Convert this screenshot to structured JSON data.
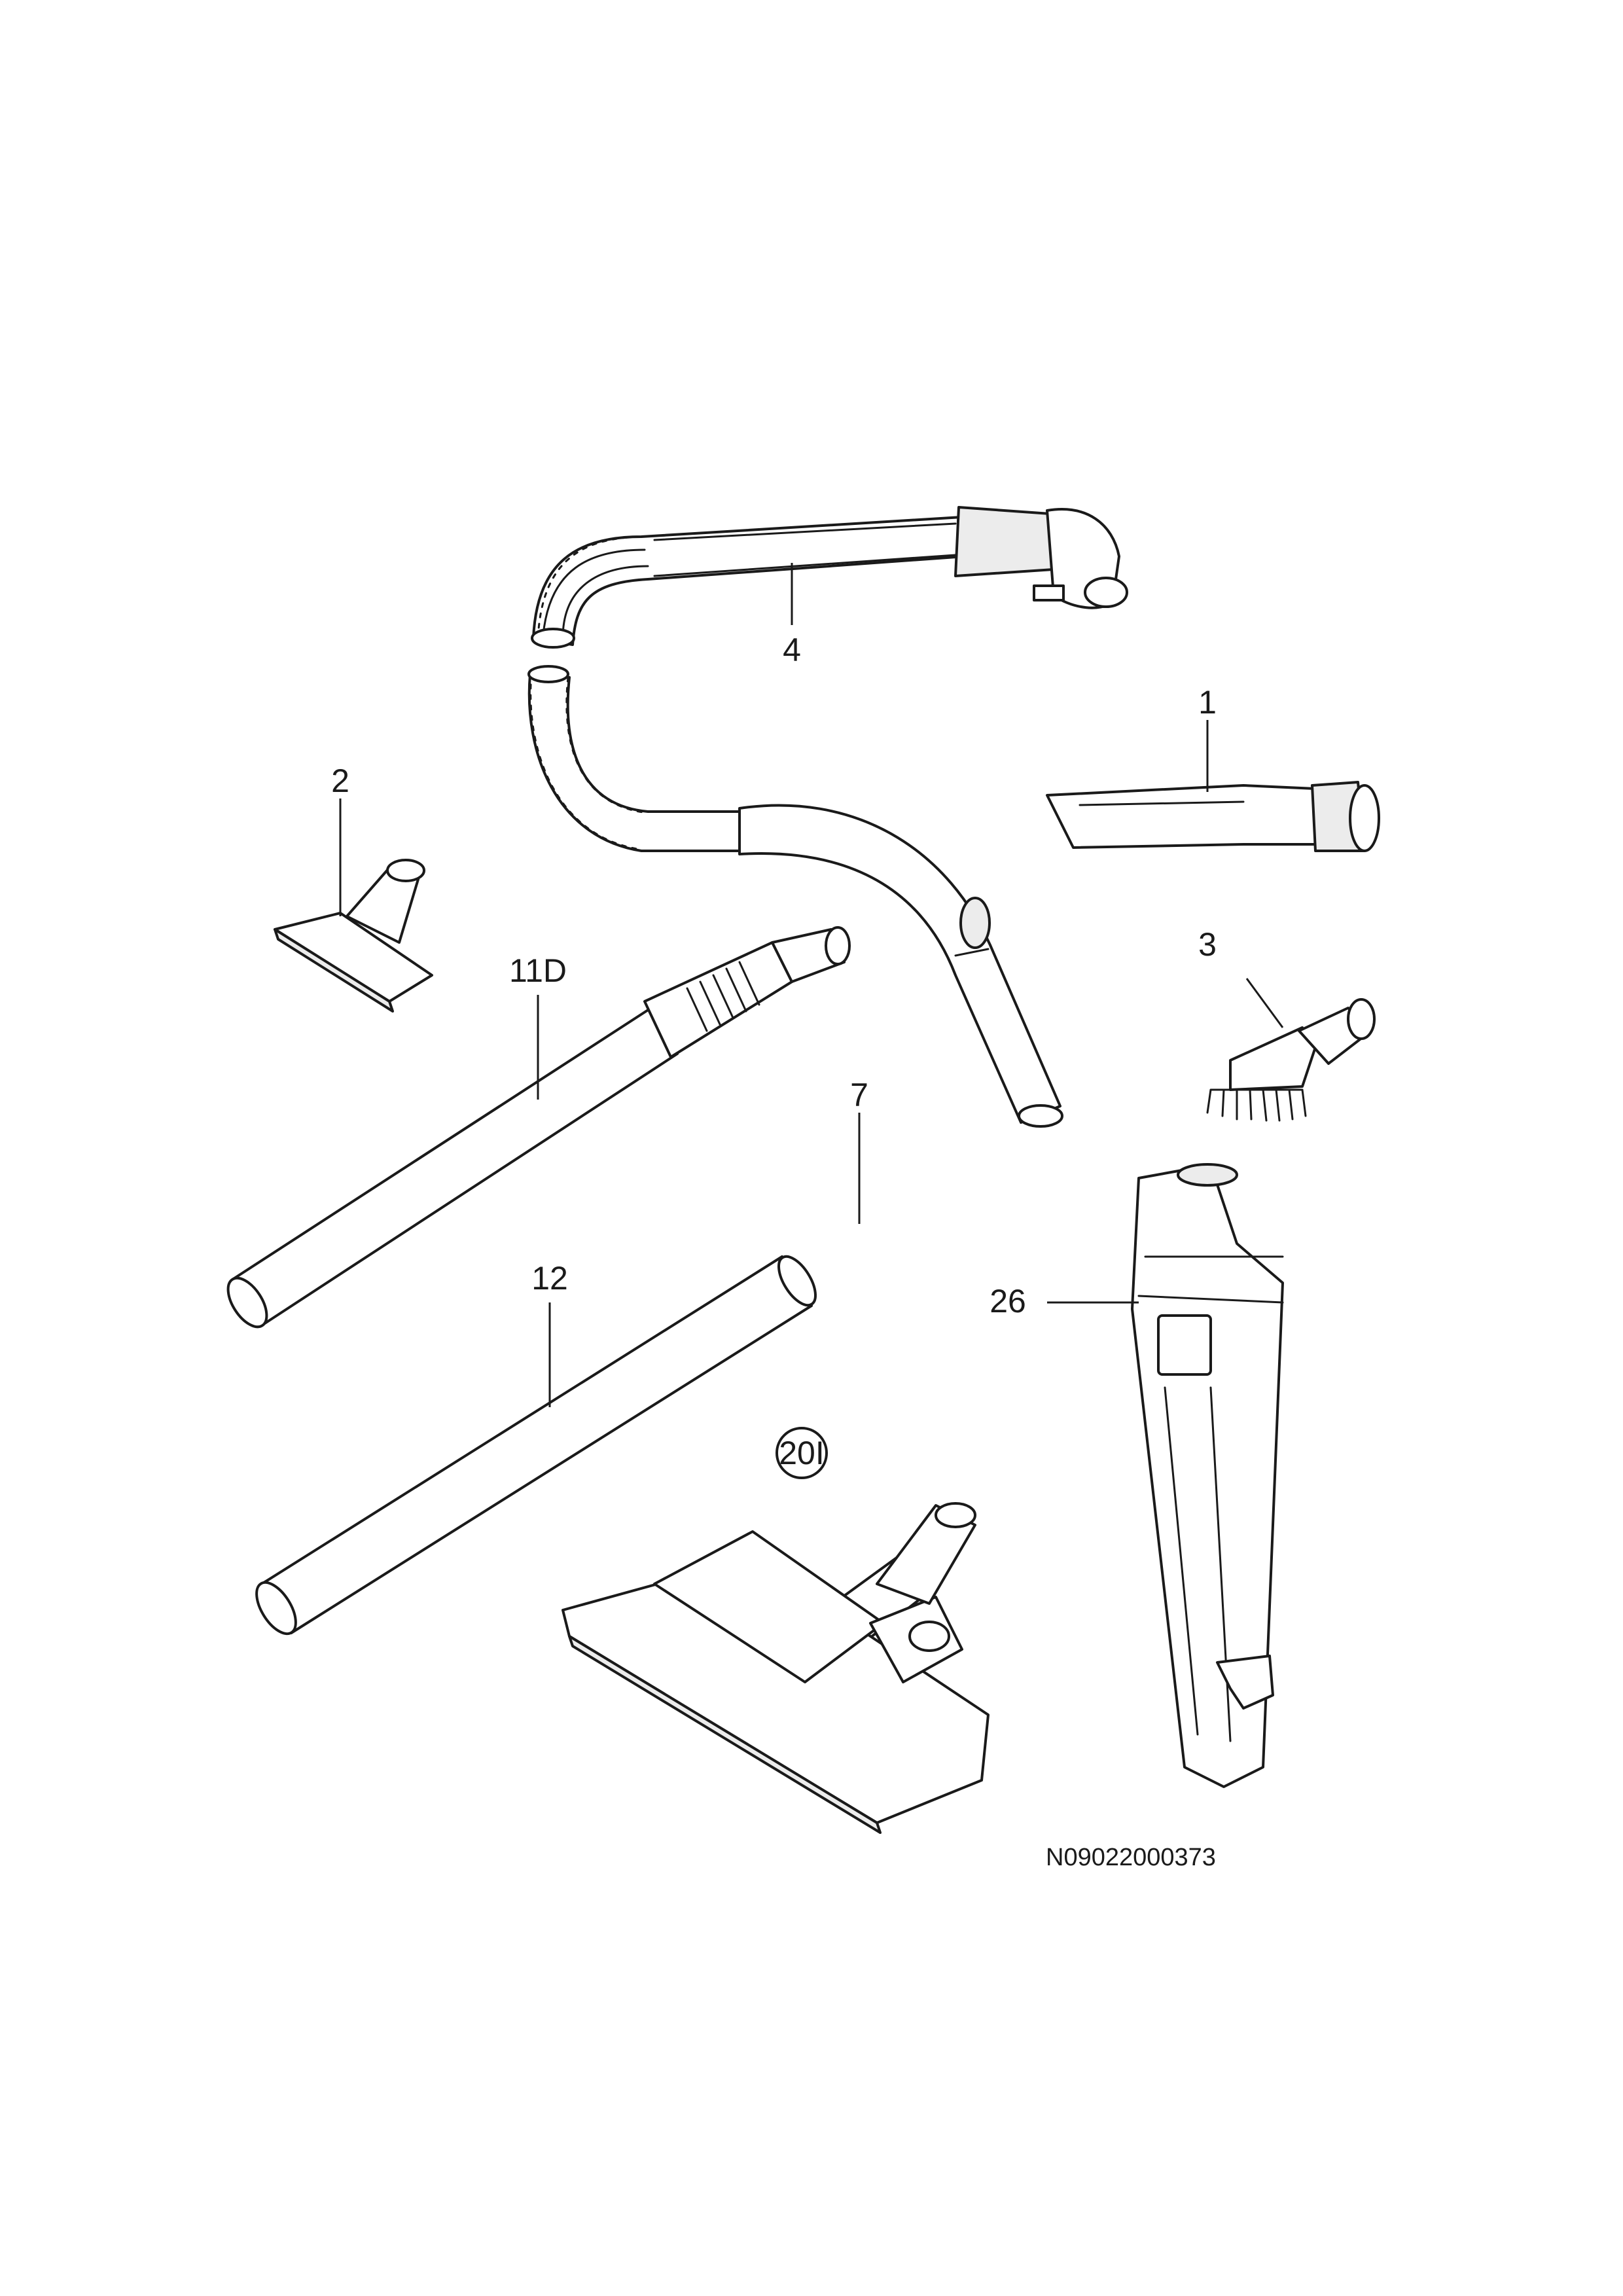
{
  "labels": {
    "crevice_nozzle": "1",
    "upholstery_nozzle": "2",
    "dusting_brush": "3",
    "hose": "4",
    "tube_connector": "7",
    "telescopic_tube": "11D",
    "extension_tube": "12",
    "floor_nozzle": "20I",
    "accessory_holder": "26"
  },
  "reference_code": "N09022000373"
}
